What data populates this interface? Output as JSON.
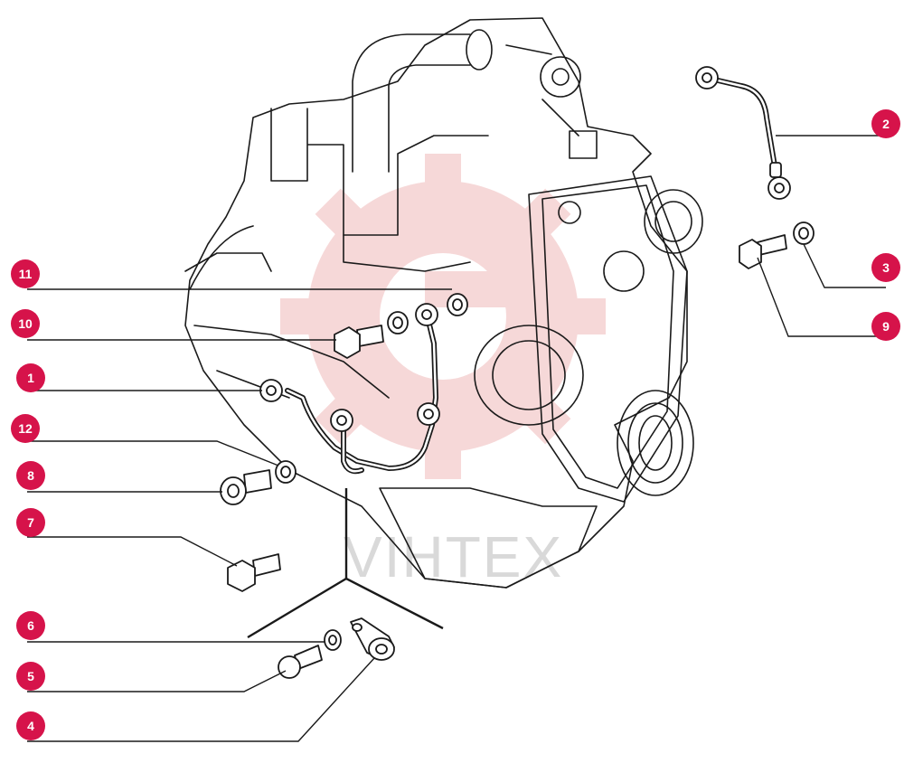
{
  "watermark": {
    "text": "VIHTEX",
    "gear_color": "#f4cccc",
    "text_color": "#d9d9d9"
  },
  "callouts": [
    {
      "id": "1",
      "label": "1"
    },
    {
      "id": "2",
      "label": "2"
    },
    {
      "id": "3",
      "label": "3"
    },
    {
      "id": "4",
      "label": "4"
    },
    {
      "id": "5",
      "label": "5"
    },
    {
      "id": "6",
      "label": "6"
    },
    {
      "id": "7",
      "label": "7"
    },
    {
      "id": "8",
      "label": "8"
    },
    {
      "id": "9",
      "label": "9"
    },
    {
      "id": "10",
      "label": "10"
    },
    {
      "id": "11",
      "label": "11"
    },
    {
      "id": "12",
      "label": "12"
    }
  ],
  "colors": {
    "callout_fill": "#d6134a",
    "line": "#1a1a1a"
  }
}
